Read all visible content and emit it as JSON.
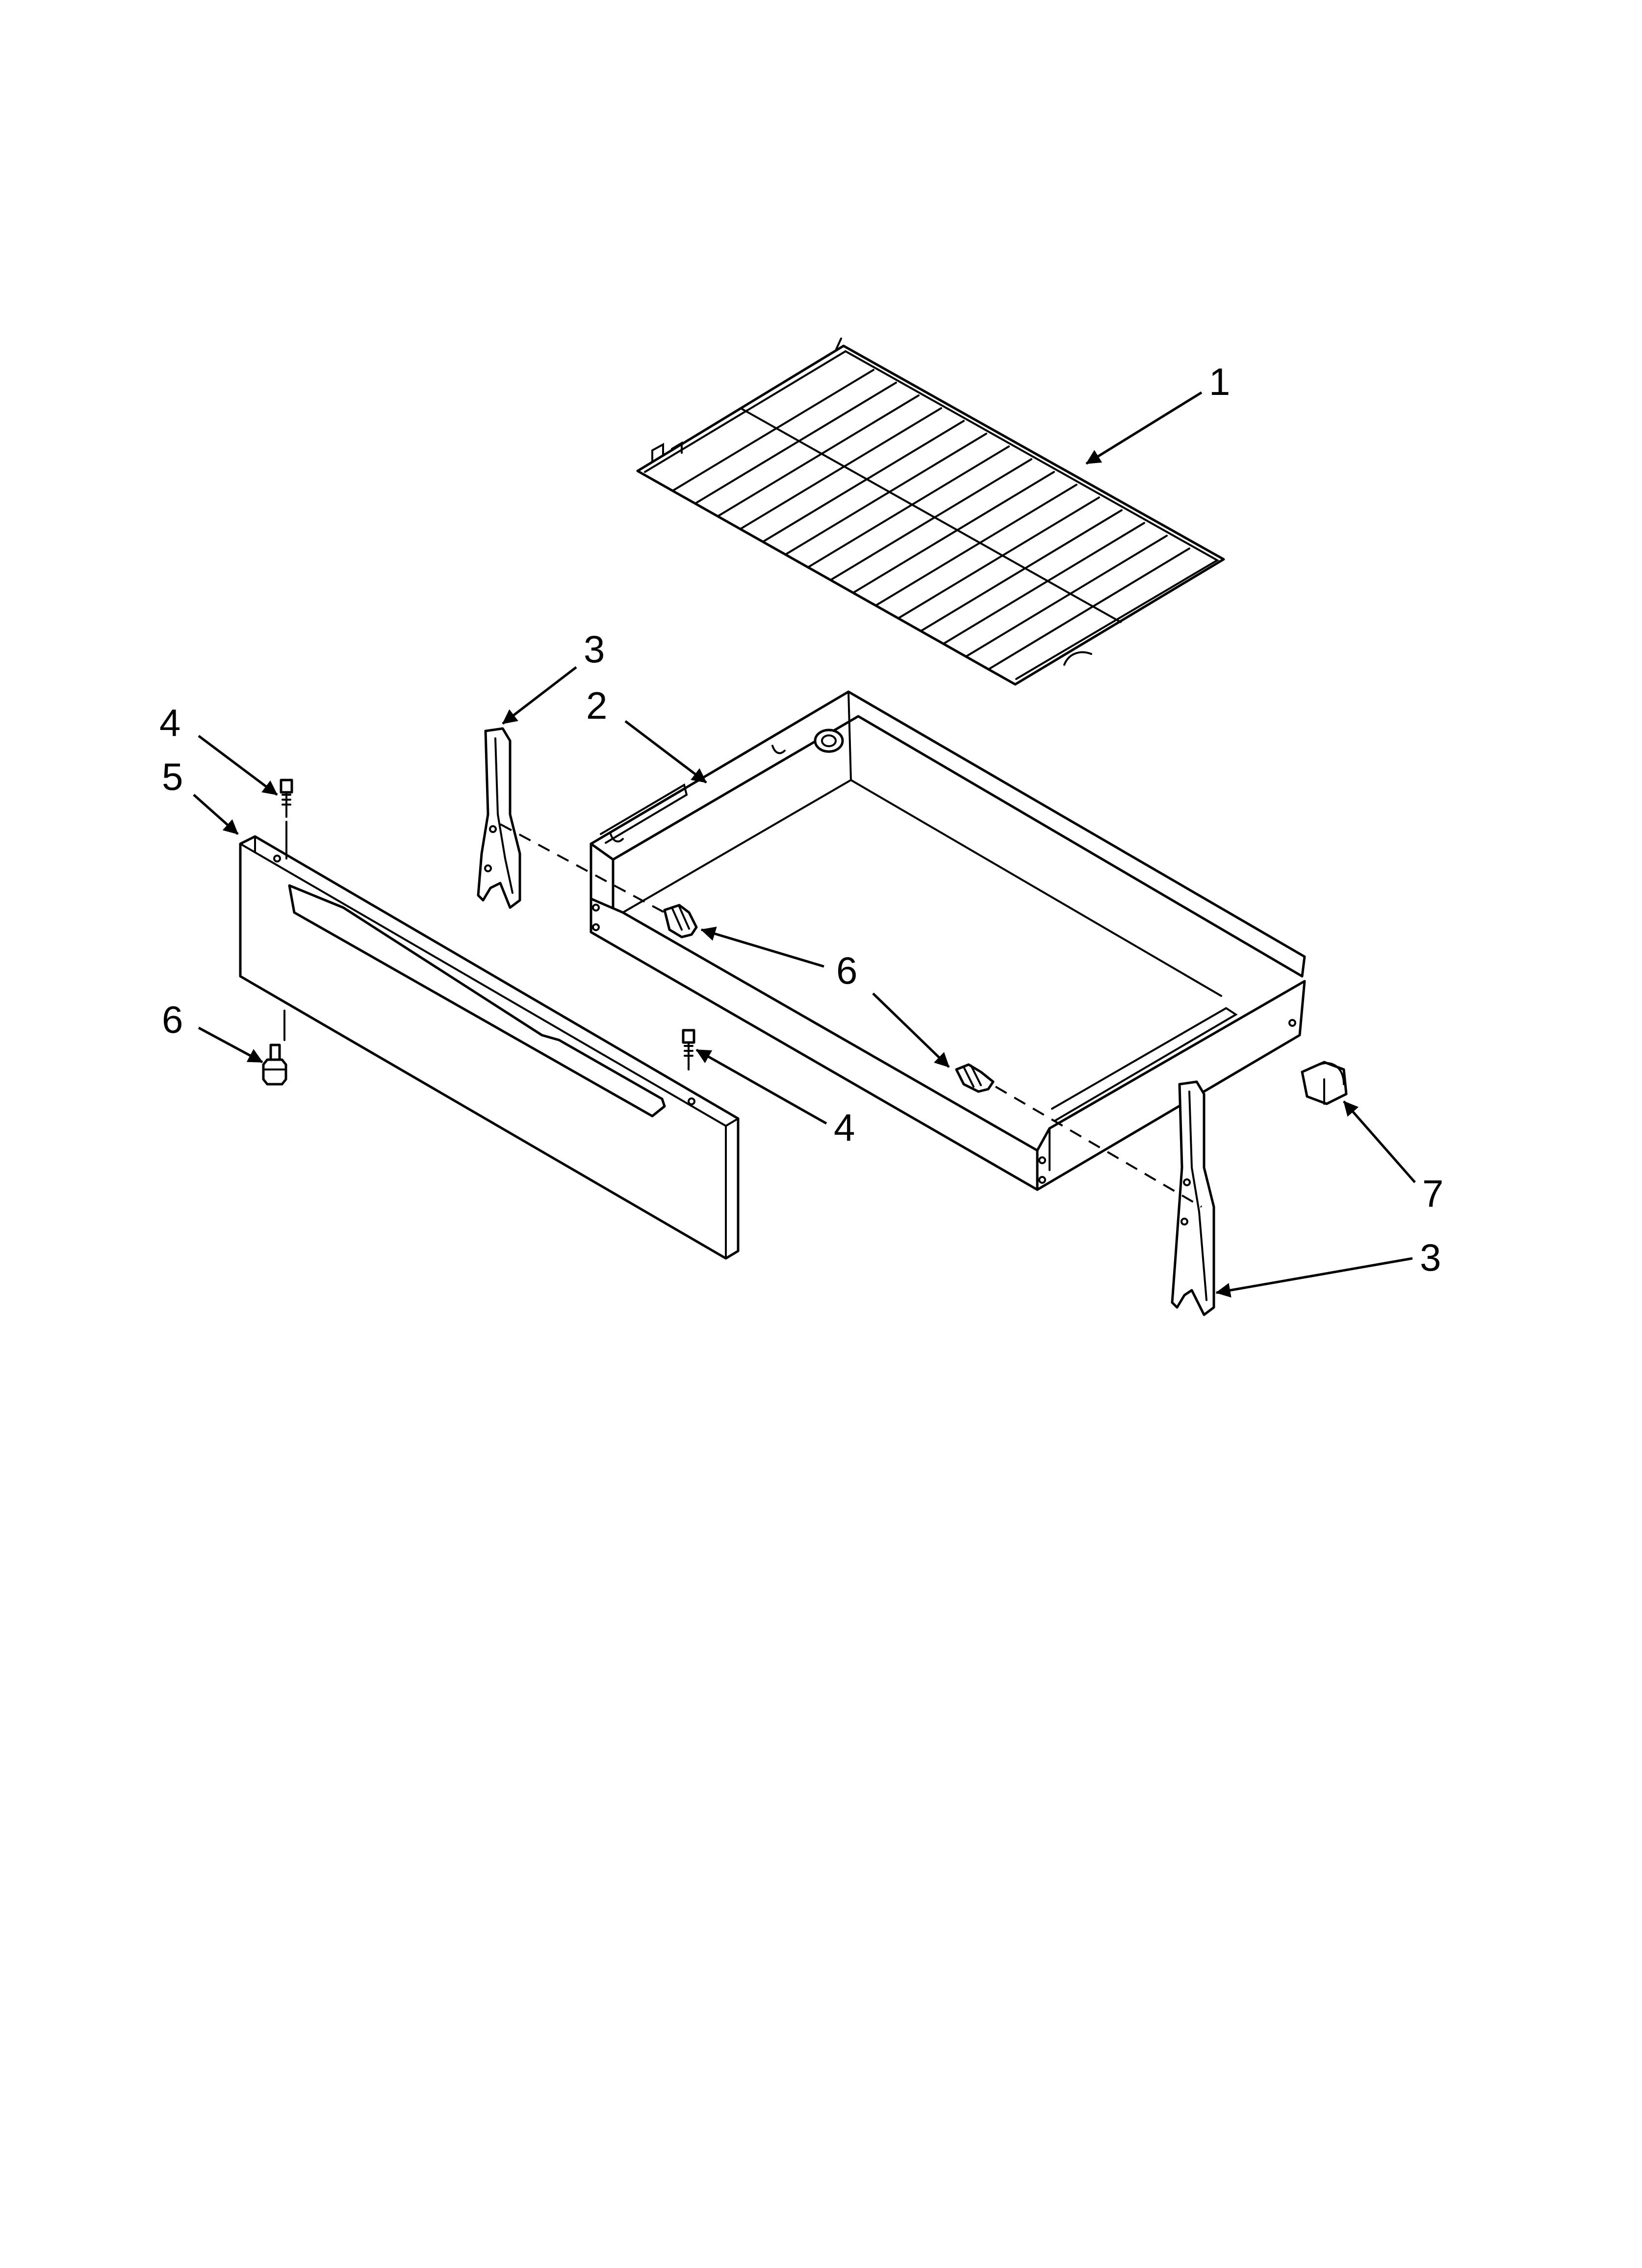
{
  "callouts": {
    "c1": "1",
    "c2": "2",
    "c3_top": "3",
    "c3_bottom": "3",
    "c4_top": "4",
    "c4_bottom": "4",
    "c5": "5",
    "c6_left": "6",
    "c6_middle": "6",
    "c7": "7"
  }
}
